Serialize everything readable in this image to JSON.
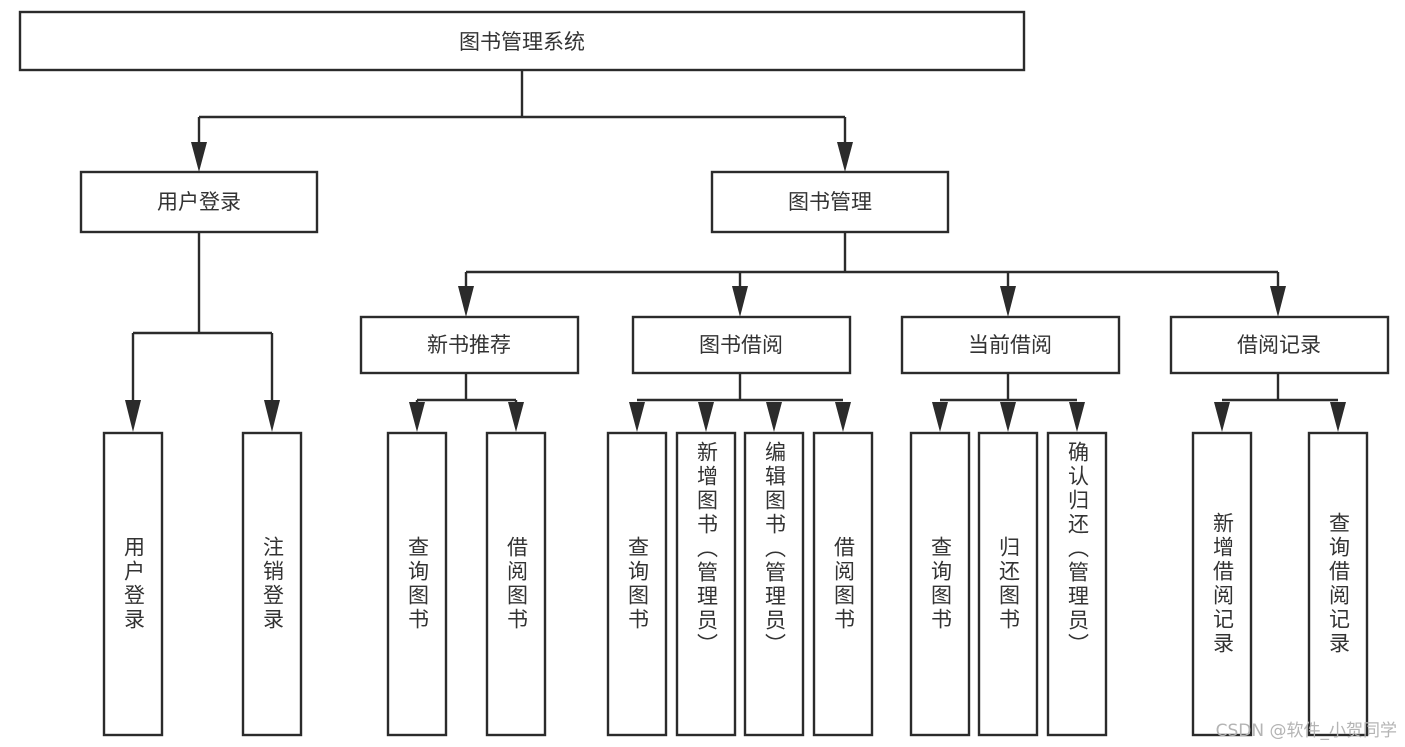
{
  "diagram": {
    "type": "tree",
    "title": "图书管理系统",
    "orientation": "top-down",
    "style": {
      "box_fill": "#ffffff",
      "box_stroke": "#2b2b2b",
      "text_color": "#333333",
      "background": "#ffffff"
    },
    "root": {
      "id": "root",
      "label": "图书管理系统",
      "level": 0
    },
    "level1": [
      {
        "id": "user-login",
        "label": "用户登录"
      },
      {
        "id": "book-manage",
        "label": "图书管理"
      }
    ],
    "level2": [
      {
        "id": "new-book-rec",
        "label": "新书推荐",
        "parent": "book-manage"
      },
      {
        "id": "book-borrow",
        "label": "图书借阅",
        "parent": "book-manage"
      },
      {
        "id": "current-borrow",
        "label": "当前借阅",
        "parent": "book-manage"
      },
      {
        "id": "borrow-record",
        "label": "借阅记录",
        "parent": "book-manage"
      }
    ],
    "leaves": [
      {
        "id": "leaf-user-login",
        "label": "用户登录",
        "parent": "user-login"
      },
      {
        "id": "leaf-logout",
        "label": "注销登录",
        "parent": "user-login"
      },
      {
        "id": "leaf-query-book-1",
        "label": "查询图书",
        "parent": "new-book-rec"
      },
      {
        "id": "leaf-borrow-book-1",
        "label": "借阅图书",
        "parent": "new-book-rec"
      },
      {
        "id": "leaf-query-book-2",
        "label": "查询图书",
        "parent": "book-borrow"
      },
      {
        "id": "leaf-add-book",
        "label": "新增图书（管理员）",
        "parent": "book-borrow"
      },
      {
        "id": "leaf-edit-book",
        "label": "编辑图书（管理员）",
        "parent": "book-borrow"
      },
      {
        "id": "leaf-borrow-book-2",
        "label": "借阅图书",
        "parent": "book-borrow"
      },
      {
        "id": "leaf-query-book-3",
        "label": "查询图书",
        "parent": "current-borrow"
      },
      {
        "id": "leaf-return-book",
        "label": "归还图书",
        "parent": "current-borrow"
      },
      {
        "id": "leaf-confirm-return",
        "label": "确认归还（管理员）",
        "parent": "current-borrow"
      },
      {
        "id": "leaf-add-record",
        "label": "新增借阅记录",
        "parent": "borrow-record"
      },
      {
        "id": "leaf-query-record",
        "label": "查询借阅记录",
        "parent": "borrow-record"
      }
    ]
  },
  "watermark": {
    "text": "CSDN @软件_小贺同学"
  }
}
